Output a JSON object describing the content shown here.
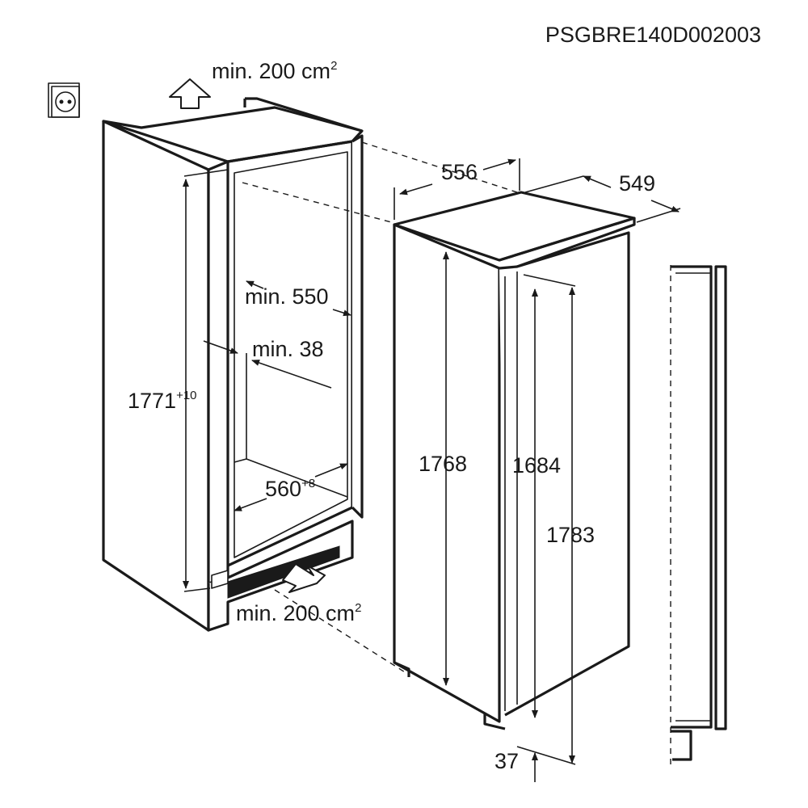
{
  "diagram": {
    "code": "PSGBRE140D002003",
    "labels": {
      "vent_top": {
        "main": "min. 200 cm",
        "sup": "2"
      },
      "vent_bottom": {
        "main": "min. 200 cm",
        "sup": "2"
      },
      "depth_min": "min. 550",
      "wall_min": "min. 38",
      "niche_height": {
        "main": "1771",
        "sup": "+10"
      },
      "niche_width": {
        "main": "560",
        "sup": "+8"
      },
      "appliance_width": "556",
      "appliance_depth": "549",
      "appliance_height": "1768",
      "door_height": "1684",
      "total_height": "1783",
      "floor_gap": "37"
    }
  },
  "colors": {
    "line": "#1a1a1a",
    "background": "#ffffff"
  },
  "icons": [
    "socket-icon",
    "airflow-up-arrow-icon",
    "airflow-in-arrow-icon"
  ]
}
